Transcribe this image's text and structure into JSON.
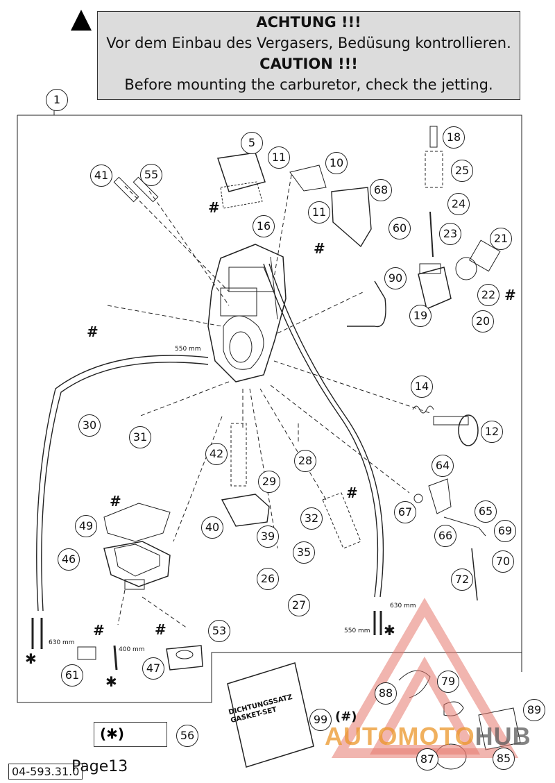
{
  "caution": {
    "line1": "ACHTUNG !!!",
    "line2": "Vor dem Einbau des Vergasers, Bedüsung kontrollieren.",
    "line3": "CAUTION !!!",
    "line4": "Before mounting the carburetor, check the jetting."
  },
  "callouts": [
    "1",
    "5",
    "11",
    "10",
    "41",
    "55",
    "68",
    "11",
    "60",
    "16",
    "18",
    "25",
    "24",
    "23",
    "21",
    "22",
    "19",
    "20",
    "90",
    "14",
    "12",
    "30",
    "31",
    "42",
    "28",
    "29",
    "64",
    "67",
    "65",
    "66",
    "69",
    "70",
    "72",
    "32",
    "40",
    "39",
    "35",
    "26",
    "27",
    "49",
    "46",
    "53",
    "47",
    "61",
    "88",
    "79",
    "89",
    "99",
    "56",
    "87",
    "85"
  ],
  "marks": {
    "hash": "#",
    "star": "✱",
    "star_group": "(✱)",
    "hash_group": "(#)"
  },
  "measurements": {
    "m550_upper": "550 mm",
    "m630_left": "630 mm",
    "m400": "400 mm",
    "m630_right": "630 mm",
    "m550_right": "550 mm"
  },
  "gasket_set": {
    "line1": "DICHTUNGSSATZ",
    "line2": "GASKET-SET"
  },
  "footer": {
    "doc_number": "04-593.31.0",
    "page": "Page13"
  },
  "watermark": {
    "part1": "AUTOMOTO",
    "part2": "HUB"
  }
}
